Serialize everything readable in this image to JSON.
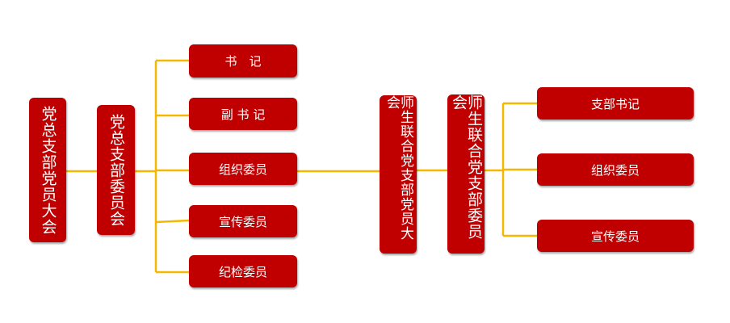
{
  "colors": {
    "box": "#c00000",
    "connector": "#f5b800",
    "text": "#ffffff"
  },
  "left": {
    "congress": "党总支部党员大会",
    "committee": "党总支部委员会",
    "roles": [
      "书　记",
      "副 书 记",
      "组织委员",
      "宣传委员",
      "纪检委员"
    ]
  },
  "right": {
    "congress": "师生联合党支部党员大会",
    "committee": "师生联合党支部委员会",
    "roles": [
      "支部书记",
      "组织委员",
      "宣传委员"
    ]
  }
}
